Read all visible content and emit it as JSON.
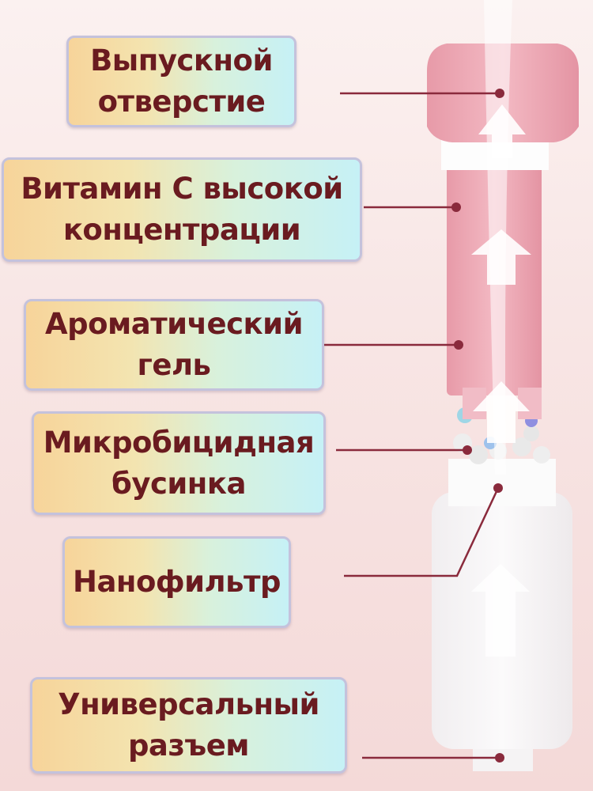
{
  "labels": [
    {
      "text": "Выпускной\nотверстие"
    },
    {
      "text": "Витамин С высокой\nконцентрации"
    },
    {
      "text": "Ароматический\nгель"
    },
    {
      "text": "Микробицидная\nбусинка"
    },
    {
      "text": "Нанофильтр"
    },
    {
      "text": "Универсальный\nразъем"
    }
  ],
  "colors": {
    "text": "#6a1b20",
    "line": "#8a2a3c",
    "filter_pink": "#eeaab6"
  }
}
